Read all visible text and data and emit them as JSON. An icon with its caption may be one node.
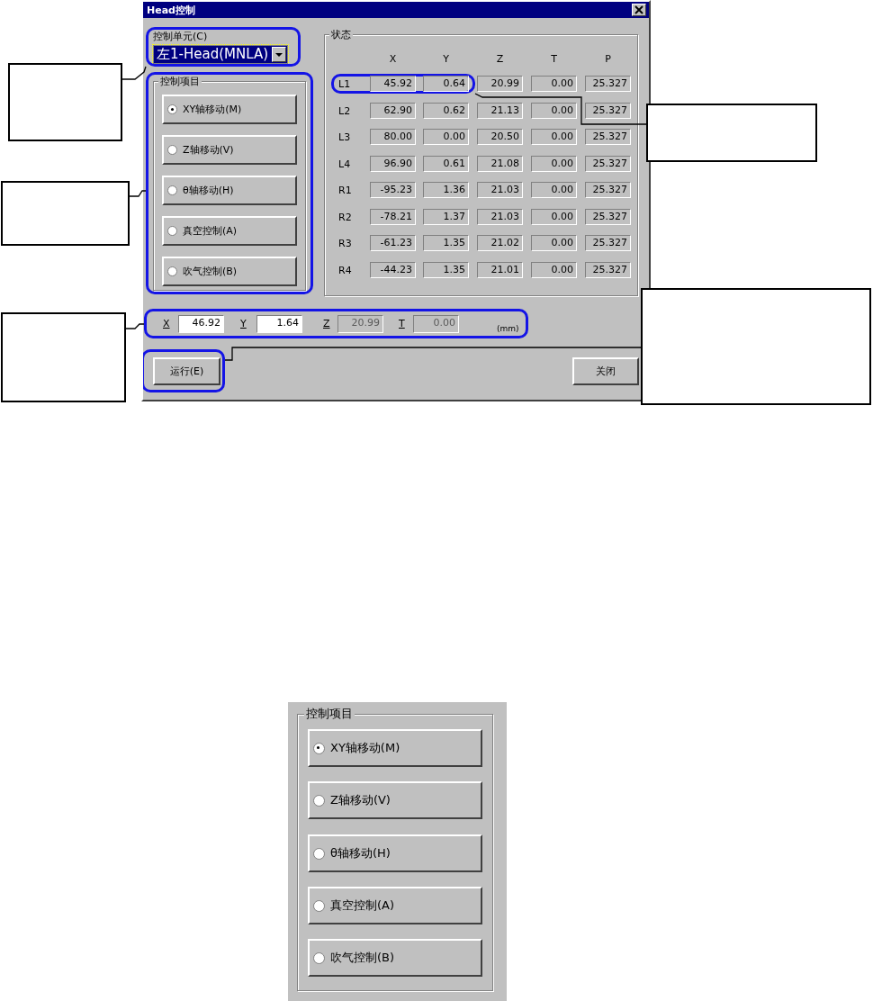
{
  "diagram": {
    "nodes": [
      {
        "text": [
          "Head控制"
        ]
      },
      {
        "text": [
          "控制单元(C)",
          "左1-Head(MNLA)"
        ],
        "in": 0
      },
      {
        "text": [
          "控制项目"
        ],
        "in": 0
      },
      {
        "text": [
          "XY轴移动(M)"
        ],
        "in": 2
      },
      {
        "text": [
          "Z轴移动(V)"
        ],
        "in": 2
      },
      {
        "text": [
          "θ轴移动(H)"
        ],
        "in": 2
      },
      {
        "text": [
          "真空控制(A)"
        ],
        "in": 2
      },
      {
        "text": [
          "吹气控制(B)"
        ],
        "in": 2
      },
      {
        "text": [
          "状态"
        ],
        "in": 0
      },
      {
        "text": [],
        "shape": "box",
        "in": 8
      },
      {
        "text": [
          "X",
          "46.92",
          "Y",
          "1.64",
          "Z",
          "20.99",
          "T",
          "0.00",
          "(mm)"
        ],
        "in": 0
      },
      {
        "text": [
          "运行(E)"
        ],
        "in": 0
      },
      {
        "text": [
          "关闭"
        ],
        "in": 0
      },
      {
        "text": [],
        "shape": "box"
      },
      {
        "text": [],
        "shape": "box"
      },
      {
        "text": [],
        "shape": "box"
      },
      {
        "text": [],
        "shape": "box"
      },
      {
        "text": [],
        "shape": "box"
      },
      {
        "text": [
          "控制项目"
        ]
      },
      {
        "text": [
          "XY轴移动(M)"
        ],
        "in": 18
      },
      {
        "text": [
          "Z轴移动(V)"
        ],
        "in": 18
      },
      {
        "text": [
          "θ轴移动(H)"
        ],
        "in": 18
      },
      {
        "text": [
          "真空控制(A)"
        ],
        "in": 18
      },
      {
        "text": [
          "吹气控制(B)"
        ],
        "in": 18
      }
    ],
    "edges": [
      {
        "from": 13,
        "to": 1,
        "arrow": "none"
      },
      {
        "from": 14,
        "to": 2,
        "arrow": "none"
      },
      {
        "from": 15,
        "to": 10,
        "arrow": "none"
      },
      {
        "from": 16,
        "to": 9,
        "arrow": "none"
      },
      {
        "from": 17,
        "to": 11,
        "arrow": "none"
      }
    ],
    "labels": [
      "X",
      "Y",
      "Z",
      "T",
      "P",
      "L1",
      "45.92",
      "0.64",
      "20.99",
      "0.00",
      "25.327",
      "L2",
      "62.90",
      "0.62",
      "21.13",
      "0.00",
      "25.327",
      "L3",
      "80.00",
      "0.00",
      "20.50",
      "0.00",
      "25.327",
      "L4",
      "96.90",
      "0.61",
      "21.08",
      "0.00",
      "25.327",
      "R1",
      "-95.23",
      "1.36",
      "21.03",
      "0.00",
      "25.327",
      "R2",
      "-78.21",
      "1.37",
      "21.03",
      "0.00",
      "25.327",
      "R3",
      "-61.23",
      "1.35",
      "21.02",
      "0.00",
      "25.327",
      "R4",
      "-44.23",
      "1.35",
      "21.01",
      "0.00",
      "25.327"
    ]
  }
}
